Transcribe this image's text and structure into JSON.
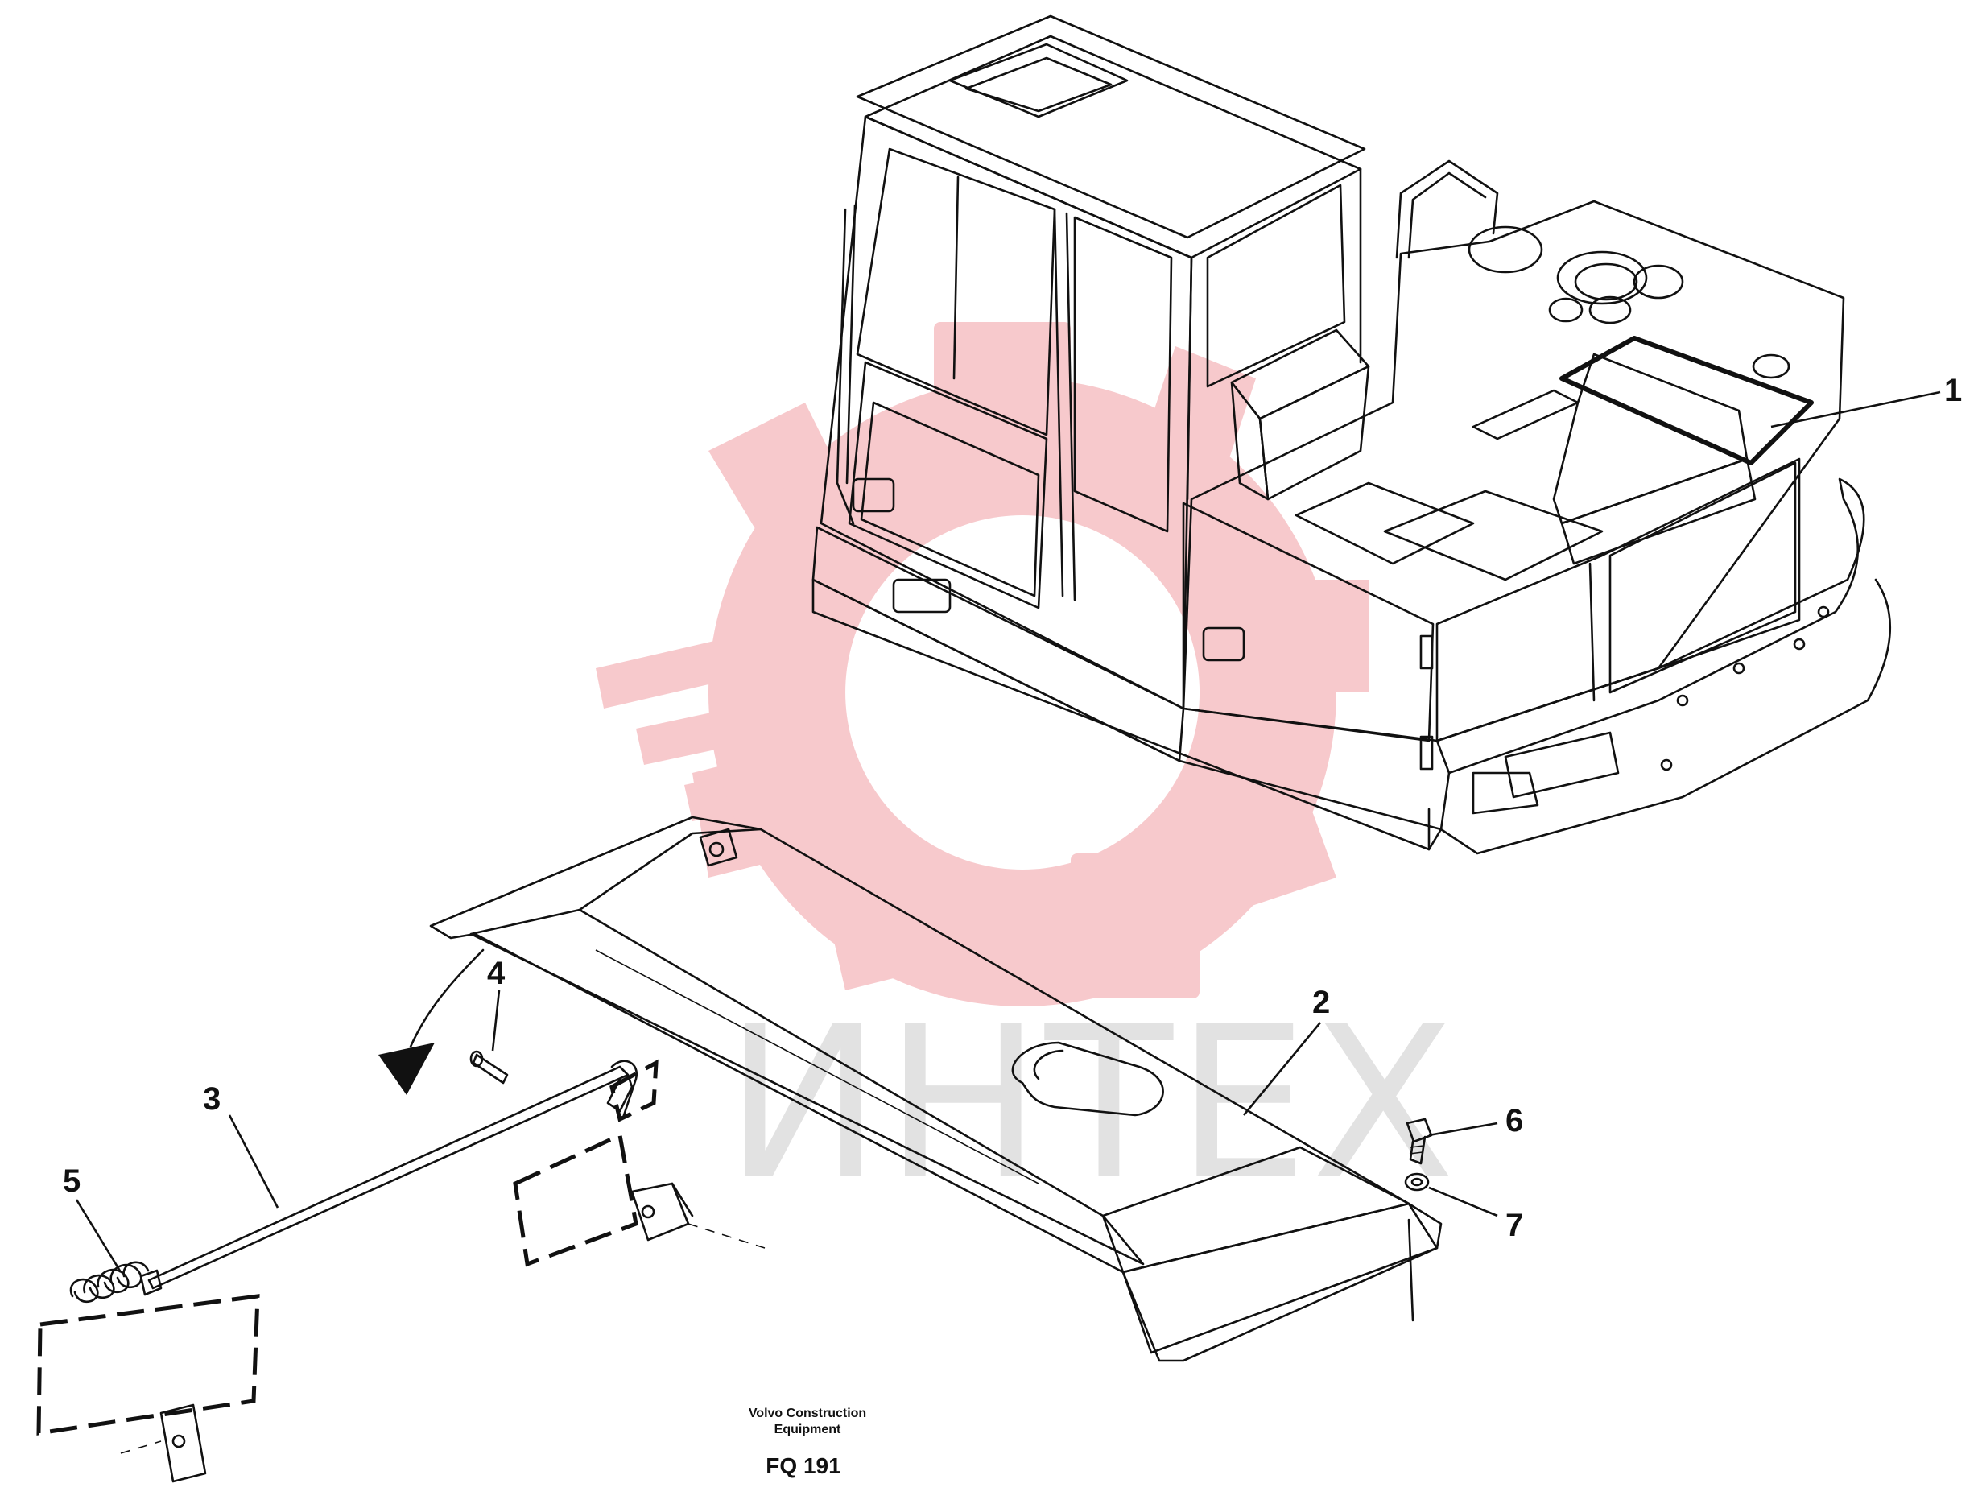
{
  "callouts": {
    "c1": "1",
    "c2": "2",
    "c3": "3",
    "c4": "4",
    "c5": "5",
    "c6": "6",
    "c7": "7"
  },
  "footer": {
    "company_line1": "Volvo Construction",
    "company_line2": "Equipment",
    "figure_code": "FQ 191"
  },
  "watermark": {
    "text": "ИНТЕХ",
    "logo_color": "#f7c9cc",
    "text_color": "#e2e2e2"
  }
}
